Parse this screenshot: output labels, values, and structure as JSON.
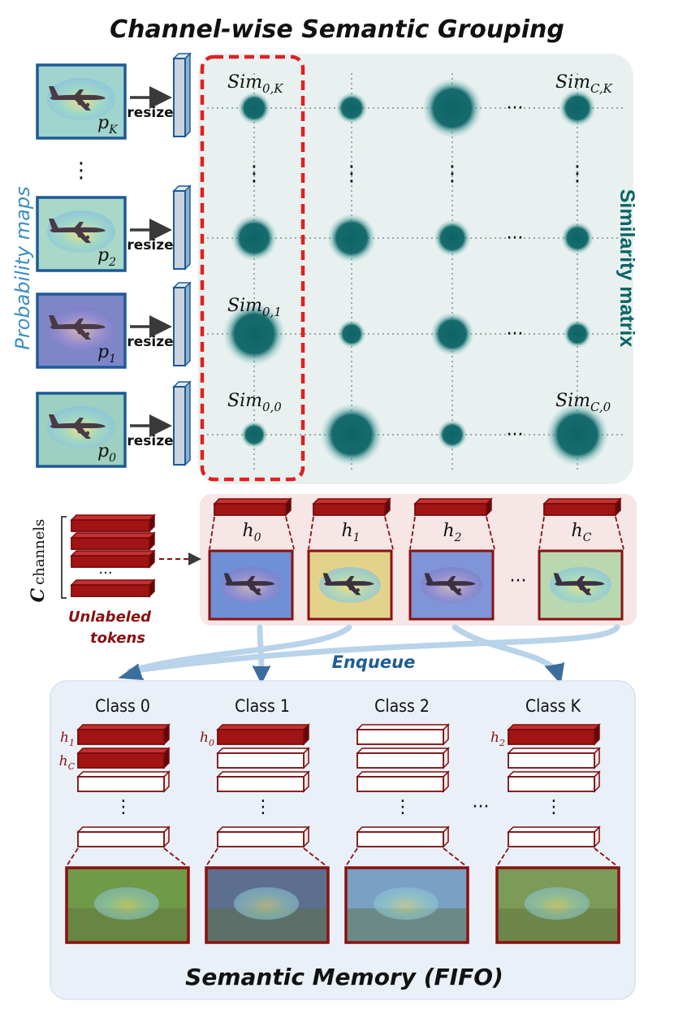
{
  "title": "Channel-wise Semantic Grouping",
  "probability_maps_label": "Probability maps",
  "similarity_matrix_label": "Similarity matrix",
  "resize_label": "resize",
  "prob_maps": [
    {
      "sub": "K",
      "tint": "#9fd4cf"
    },
    {
      "sub": "2",
      "tint": "#a9d8c8"
    },
    {
      "sub": "1",
      "tint": "#7e86c8"
    },
    {
      "sub": "0",
      "tint": "#9dd0c0"
    }
  ],
  "matrix_labels": {
    "sim_0K": "0,K",
    "sim_CK": "C,K",
    "sim_01": "0,1",
    "sim_00": "0,0",
    "sim_C0": "C,0"
  },
  "sim_prefix": "Sim",
  "matrix_rows": [
    {
      "row": "K",
      "sizes": [
        0.3,
        0.28,
        0.8,
        0.38
      ]
    },
    {
      "row": "2",
      "sizes": [
        0.55,
        0.6,
        0.38,
        0.3
      ]
    },
    {
      "row": "1",
      "sizes": [
        0.85,
        0.22,
        0.5,
        0.22
      ]
    },
    {
      "row": "0",
      "sizes": [
        0.2,
        0.85,
        0.25,
        0.85
      ]
    }
  ],
  "channels_label": "channels",
  "channels_symbol": "C",
  "unlabeled_tokens": "Unlabeled tokens",
  "unlabeled_line1": "Unlabeled",
  "unlabeled_line2": "tokens",
  "channel_tokens": [
    {
      "sub": "0",
      "tint": "#6f8fd6"
    },
    {
      "sub": "1",
      "tint": "#e3d38a"
    },
    {
      "sub": "2",
      "tint": "#7f95d8"
    },
    {
      "sub": "C",
      "tint": "#b9d8b0"
    }
  ],
  "h_prefix": "h",
  "enqueue_label": "Enqueue",
  "memory_title": "Semantic Memory (FIFO)",
  "classes": [
    {
      "name": "Class 0",
      "labels": [
        "1",
        "C"
      ],
      "filled": 2,
      "tint": "#6f9a48"
    },
    {
      "name": "Class 1",
      "labels": [
        "0"
      ],
      "filled": 1,
      "tint": "#5d6f8e"
    },
    {
      "name": "Class 2",
      "labels": [],
      "filled": 0,
      "tint": "#7aa0c4"
    },
    {
      "name": "Class K",
      "labels": [
        "2"
      ],
      "filled": 1,
      "tint": "#7c9a58"
    }
  ],
  "colors": {
    "dark_red": "#8b1010",
    "teal": "#0c6466",
    "matrix_bg": "#e8f1ef",
    "token_bg": "#f6e6e6",
    "memory_bg": "#e9f0f7",
    "probability_blue": "#3d8fbf",
    "enqueue_blue": "#1f5e96",
    "dashed_red": "#e02020"
  }
}
